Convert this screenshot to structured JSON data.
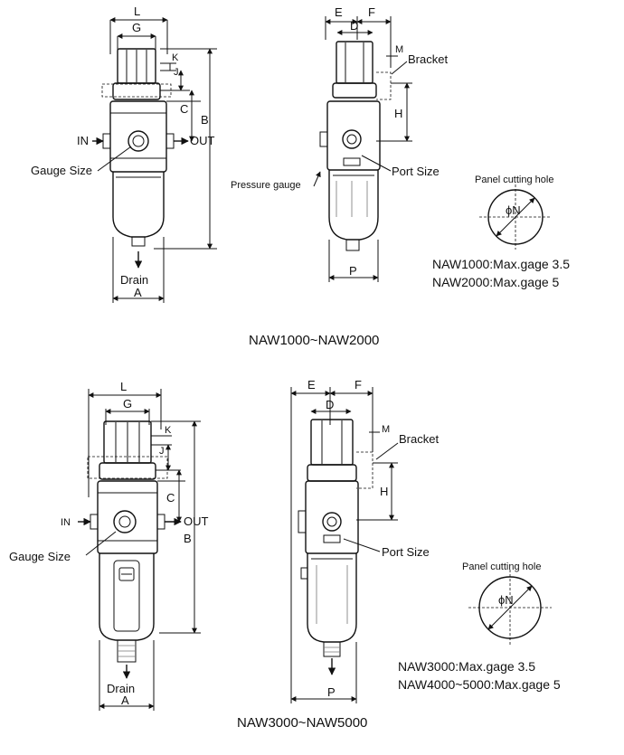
{
  "top": {
    "caption": "NAW1000~NAW2000",
    "front": {
      "L": "L",
      "G": "G",
      "K": "K",
      "J": "J",
      "C": "C",
      "B": "B",
      "IN": "IN",
      "OUT": "OUT",
      "gauge_size": "Gauge Size",
      "drain": "Drain",
      "A": "A"
    },
    "side": {
      "E": "E",
      "F": "F",
      "D": "D",
      "M": "M",
      "bracket": "Bracket",
      "H": "H",
      "port_size": "Port Size",
      "pressure_gauge": "Pressure gauge",
      "P": "P"
    },
    "panel": {
      "title": "Panel cutting hole",
      "symbol": "ϕN"
    },
    "notes": [
      "NAW1000:Max.gage 3.5",
      "NAW2000:Max.gage  5"
    ]
  },
  "bottom": {
    "caption": "NAW3000~NAW5000",
    "front": {
      "L": "L",
      "G": "G",
      "K": "K",
      "J": "J",
      "C": "C",
      "B": "B",
      "IN": "IN",
      "OUT": "OUT",
      "gauge_size": "Gauge Size",
      "drain": "Drain",
      "A": "A"
    },
    "side": {
      "E": "E",
      "F": "F",
      "D": "D",
      "M": "M",
      "bracket": "Bracket",
      "H": "H",
      "port_size": "Port Size",
      "P": "P"
    },
    "panel": {
      "title": "Panel cutting hole",
      "symbol": "ϕN"
    },
    "notes": [
      "NAW3000:Max.gage 3.5",
      "NAW4000~5000:Max.gage  5"
    ]
  }
}
